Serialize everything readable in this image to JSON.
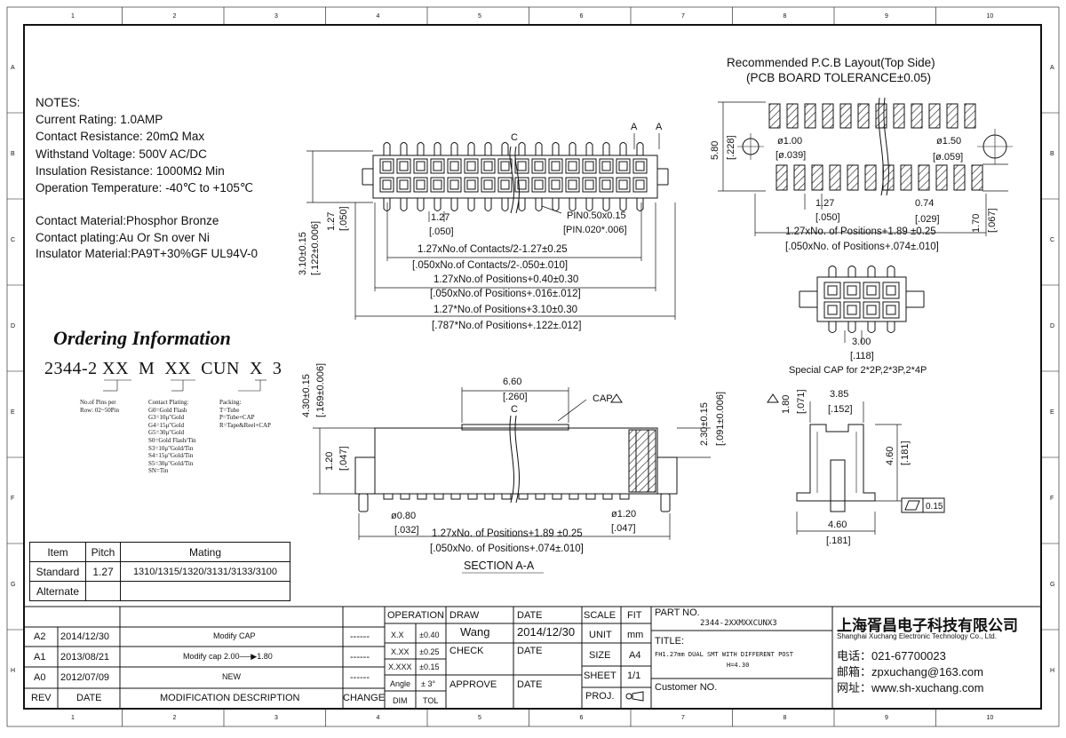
{
  "notes": {
    "header": "NOTES:",
    "current_rating": "Current Rating: 1.0AMP",
    "contact_resistance": "Contact Resistance: 20mΩ Max",
    "withstand_voltage": "Withstand Voltage: 500V AC/DC",
    "insulation_resistance": "Insulation Resistance: 1000MΩ Min",
    "operation_temperature": "Operation Temperature: -40℃ to +105℃",
    "contact_material": "Contact Material:Phosphor Bronze",
    "contact_plating": "Contact plating:Au Or Sn over Ni",
    "insulator_material": "Insulator Material:PA9T+30%GF UL94V-0"
  },
  "ordering": {
    "title": "Ordering Information",
    "code": "2344-2 XX  M  XX  CUN  X  3",
    "pins_label": "No.of Pins per\nRow: 02~50Pin",
    "plating_label": "Contact Plating:\nG0=Gold Flash\nG3=10μ\"Gold\nG4=15μ\"Gold\nG5=30μ\"Gold\nS0=Gold Flash/Tin\nS3=10μ\"Gold/Tin\nS4=15μ\"Gold/Tin\nS5=30μ\"Gold/Tin\nSN=Tin",
    "packing_label": "Packing:\nT=Tube\nP=Tube+CAP\nR=Tape&Reel+CAP"
  },
  "mating_table": {
    "headers": [
      "Item",
      "Pitch",
      "Mating"
    ],
    "rows": [
      [
        "Standard",
        "1.27",
        "1310/1315/1320/3131/3133/3100"
      ],
      [
        "Alternate",
        "",
        ""
      ]
    ]
  },
  "pcb": {
    "title": "Recommended P.C.B Layout(Top Side)",
    "tolerance": "(PCB BOARD TOLERANCE±0.05)",
    "dim_580": "5.80",
    "dim_228": "[.228]",
    "hole_100": "ø1.00",
    "hole_039": "[ø.039]",
    "hole_150": "ø1.50",
    "hole_059": "[ø.059]",
    "pitch_127": "1.27",
    "pitch_050": "[.050]",
    "pad_074": "0.74",
    "pad_029": "[.029]",
    "pad_170": "1.70",
    "pad_067": "[.067]",
    "len_mm": "1.27xNo. of Positions+1.89 ±0.25",
    "len_in": "[.050xNo. of Positions+.074±.010]"
  },
  "top_view": {
    "label_c": "C",
    "label_a1": "A",
    "label_a2": "A",
    "pitch_mm": "1.27",
    "pitch_in": "[.050]",
    "pin_mm": "PIN0.50x0.15",
    "pin_in": "[PIN.020*.006]",
    "h_mm": "3.10±0.15",
    "h_in": "[.122±0.006]",
    "row_mm": "1.27",
    "row_in": "[.050]",
    "dim1_mm": "1.27xNo.of Contacts/2-1.27±0.25",
    "dim1_in": "[.050xNo.of Contacts/2-.050±.010]",
    "dim2_mm": "1.27xNo.of Positions+0.40±0.30",
    "dim2_in": "[.050xNo.of Positions+.016±.012]",
    "dim3_mm": "1.27*No.of Positions+3.10±0.30",
    "dim3_in": "[.787*No.of Positions+.122±.012]"
  },
  "cap_view": {
    "dim_mm": "3.00",
    "dim_in": "[.118]",
    "caption": "Special CAP for 2*2P,2*3P,2*4P"
  },
  "side_view": {
    "cap_w_mm": "6.60",
    "cap_w_in": "[.260]",
    "cap_label": "CAP",
    "label_c": "C",
    "h_mm": "4.30±0.15",
    "h_in": "[.169±0.006]",
    "h2_mm": "2.30±0.15",
    "h2_in": "[.091±0.006]",
    "t_mm": "1.20",
    "t_in": "[.047]",
    "post_mm": "ø0.80",
    "post_in": "[.032]",
    "post2_mm": "ø1.20",
    "post2_in": "[.047]",
    "len_mm": "1.27xNo. of Positions+1.89 ±0.25",
    "len_in": "[.050xNo. of Positions+.074±.010]",
    "section": "SECTION A-A"
  },
  "end_view": {
    "d1_mm": "1.80",
    "d1_in": "[.071]",
    "d2_mm": "3.85",
    "d2_in": "[.152]",
    "d3_mm": "4.60",
    "d3_in": "[.181]",
    "d4_mm": "4.60",
    "d4_in": "[.181]",
    "flatness": "0.15"
  },
  "title_block": {
    "revisions": [
      {
        "rev": "A2",
        "date": "2014/12/30",
        "desc": "Modify CAP",
        "change": "------"
      },
      {
        "rev": "A1",
        "date": "2013/08/21",
        "desc": "Modify cap 2.00──▶1.80",
        "change": "------"
      },
      {
        "rev": "A0",
        "date": "2012/07/09",
        "desc": "NEW",
        "change": "------"
      }
    ],
    "rev_header": "REV",
    "date_header": "DATE",
    "desc_header": "MODIFICATION DESCRIPTION",
    "change_header": "CHANGE",
    "operation": "OPERATION",
    "tol_rows": [
      [
        "X.X",
        "±0.40"
      ],
      [
        "X.XX",
        "±0.25"
      ],
      [
        "X.XXX",
        "±0.15"
      ],
      [
        "Angle",
        "± 3°"
      ]
    ],
    "dim_label": "DIM",
    "tol_label": "TOL",
    "draw": "DRAW",
    "draw_name": "Wang",
    "check": "CHECK",
    "approve": "APPROVE",
    "date": "DATE",
    "draw_date": "2014/12/30",
    "scale": "SCALE",
    "fit": "FIT",
    "unit": "UNIT",
    "unit_val": "mm",
    "size": "SIZE",
    "size_val": "A4",
    "sheet": "SHEET",
    "sheet_val": "1/1",
    "proj": "PROJ.",
    "part_no_label": "PART NO.",
    "part_no": "2344-2XXMXXCUNX3",
    "title_label": "TITLE:",
    "title": "FH1.27mm DUAL SMT WITH DIFFERENT POST",
    "title2": "H=4.30",
    "customer": "Customer NO.",
    "company_cn": "上海胥昌电子科技有限公司",
    "company_en": "Shanghai Xuchang Electronic Technology Co., Ltd.",
    "phone": "电话：021-67700023",
    "email": "邮箱：zpxuchang@163.com",
    "web": "网址：www.sh-xuchang.com"
  },
  "frame": {
    "col_numbers": [
      "1",
      "2",
      "3",
      "4",
      "5",
      "6",
      "7",
      "8",
      "9",
      "10"
    ],
    "row_letters": [
      "A",
      "B",
      "C",
      "D",
      "E",
      "F",
      "G",
      "H"
    ]
  }
}
